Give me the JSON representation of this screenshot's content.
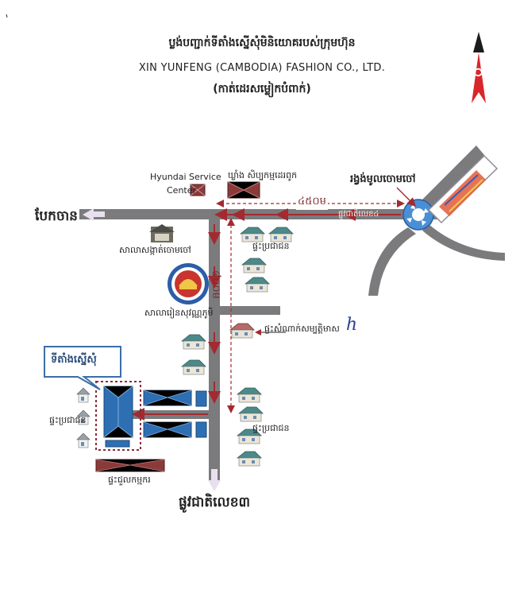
{
  "header": {
    "title_khmer": "ប្លង់បញ្ជាក់ទីតាំងស្នើសុំមិនិយោគរបស់ក្រុមហ៊ុន",
    "title_english": "XIN YUNFENG (CAMBODIA) FASHION CO., LTD.",
    "subtitle_khmer": "(កាត់ដេរសម្លៀកបំពាក់)"
  },
  "labels": {
    "hyundai_line1": "Hyundai Service",
    "hyundai_line2": "Center",
    "electric_office": "ឃ្លាំង សិប្បកម្មដេរពូក",
    "roundabout": "រង្វង់មូលចោមចៅ",
    "distance_450": "៤៥០ម",
    "distance_800": "៨០០ម",
    "national_road_4": "ផ្លូវជាតិលេខ៤",
    "west_destination": "បែកចាន",
    "police_post": "សាលាសង្កាត់ចោមចៅ",
    "school": "សាលារៀនសុវណ្ណភូមិ",
    "houses_1": "ផ្ទះប្រជាជន",
    "houses_2": "ផ្ទះប្រជាជន",
    "houses_3": "ផ្ទះប្រជាជន",
    "private_house": "ផ្ទះសំណាក់សម្បត្តិមាស",
    "site_callout": "ទីតាំងស្នើសុំ",
    "worker_housing": "ផ្ទះជួលកម្មករ",
    "national_road_3": "ផ្លូវជាតិលេខ៣",
    "sign_mark": "ℎ"
  },
  "colors": {
    "road": "#7b7b7d",
    "route_arrow": "#a32a2f",
    "building_blue": "#2e6fb3",
    "roof_brown": "#8b3a3a",
    "callout_border": "#3b6ea8",
    "site_dotted": "#8c2a3b",
    "north_red": "#d9262b"
  },
  "icons": {
    "north_arrow": "north-arrow-icon",
    "house": "house-icon",
    "school_logo": "school-emblem-icon",
    "roundabout_signal": "roundabout-arrows-icon"
  }
}
